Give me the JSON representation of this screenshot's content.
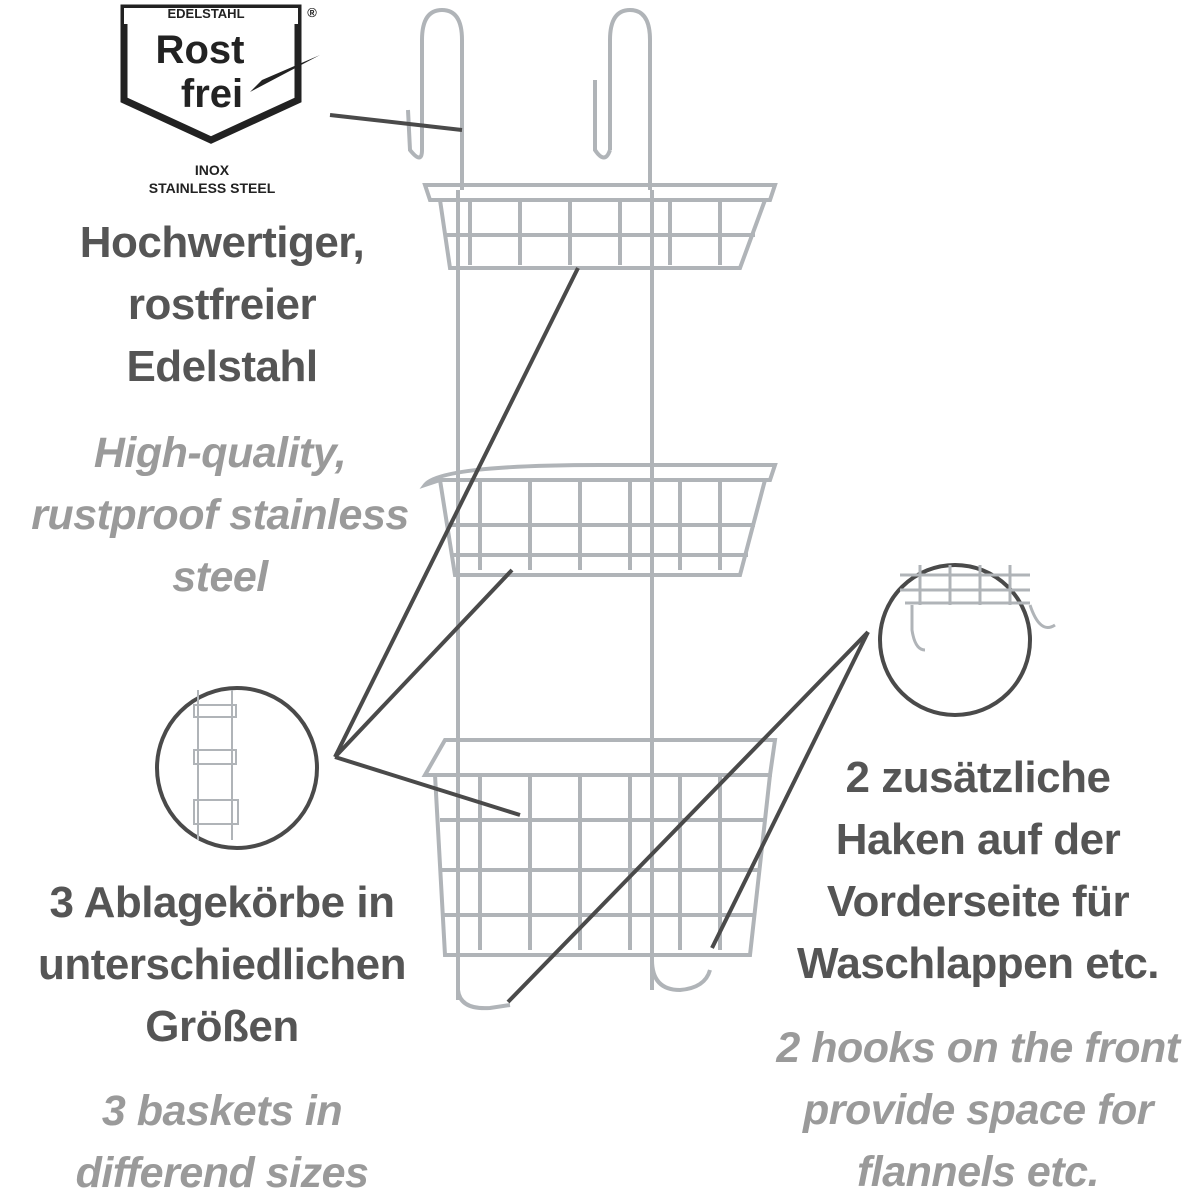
{
  "logo": {
    "top_label": "EDELSTAHL",
    "registered": "®",
    "line1": "Rost",
    "line2": "frei",
    "inox": "INOX",
    "stainless": "STAINLESS STEEL"
  },
  "feature_material": {
    "german": [
      "Hochwertiger,",
      "rostfreier",
      "Edelstahl"
    ],
    "english": [
      "High-quality,",
      "rustproof stainless",
      "steel"
    ]
  },
  "feature_baskets": {
    "german": [
      "3 Ablagekörbe in",
      "unterschiedlichen",
      "Größen"
    ],
    "english": [
      "3 baskets in",
      "differend sizes"
    ]
  },
  "feature_hooks": {
    "german": [
      "2 zusätzliche",
      "Haken auf der",
      "Vorderseite für",
      "Waschlappen etc."
    ],
    "english": [
      "2 hooks on the front",
      "provide space for",
      "flannels etc."
    ]
  },
  "colors": {
    "heading": "#555555",
    "subtitle": "#9a9a9a",
    "callout": "#4a4a4a",
    "steel": "#b8bcc0"
  }
}
